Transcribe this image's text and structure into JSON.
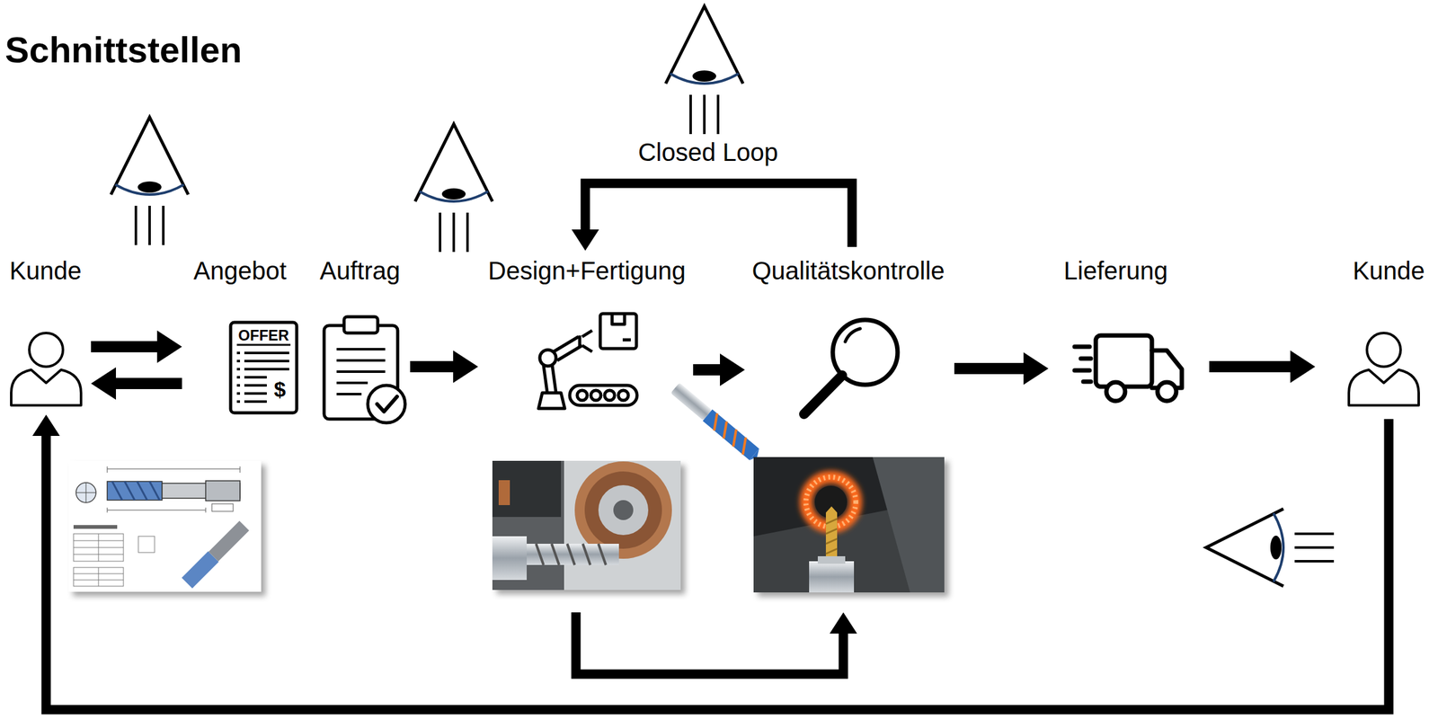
{
  "diagram": {
    "title": "Schnittstellen",
    "nodes": [
      {
        "text": [
          "Kunde"
        ]
      },
      {
        "text": [
          "Angebot"
        ]
      },
      {
        "text": [
          "Auftrag"
        ]
      },
      {
        "text": [
          "Design+Fertigung"
        ]
      },
      {
        "text": [
          "Qualitätskontrolle"
        ]
      },
      {
        "text": [
          "Lieferung"
        ]
      },
      {
        "text": [
          "Kunde"
        ]
      }
    ],
    "edges": [
      {
        "from": 0,
        "to": 1,
        "arrow": "to"
      },
      {
        "from": 1,
        "to": 0,
        "arrow": "to"
      },
      {
        "from": 2,
        "to": 3,
        "arrow": "to"
      },
      {
        "from": 3,
        "to": 4,
        "arrow": "to"
      },
      {
        "from": 4,
        "to": 5,
        "arrow": "to"
      },
      {
        "from": 5,
        "to": 6,
        "arrow": "to"
      },
      {
        "from": 4,
        "to": 3,
        "label": "Closed Loop",
        "arrow": "to"
      },
      {
        "from": 3,
        "to": 4,
        "arrow": "to"
      },
      {
        "from": 6,
        "to": 0,
        "arrow": "to"
      }
    ],
    "labels": [
      "OFFER",
      "$"
    ]
  }
}
